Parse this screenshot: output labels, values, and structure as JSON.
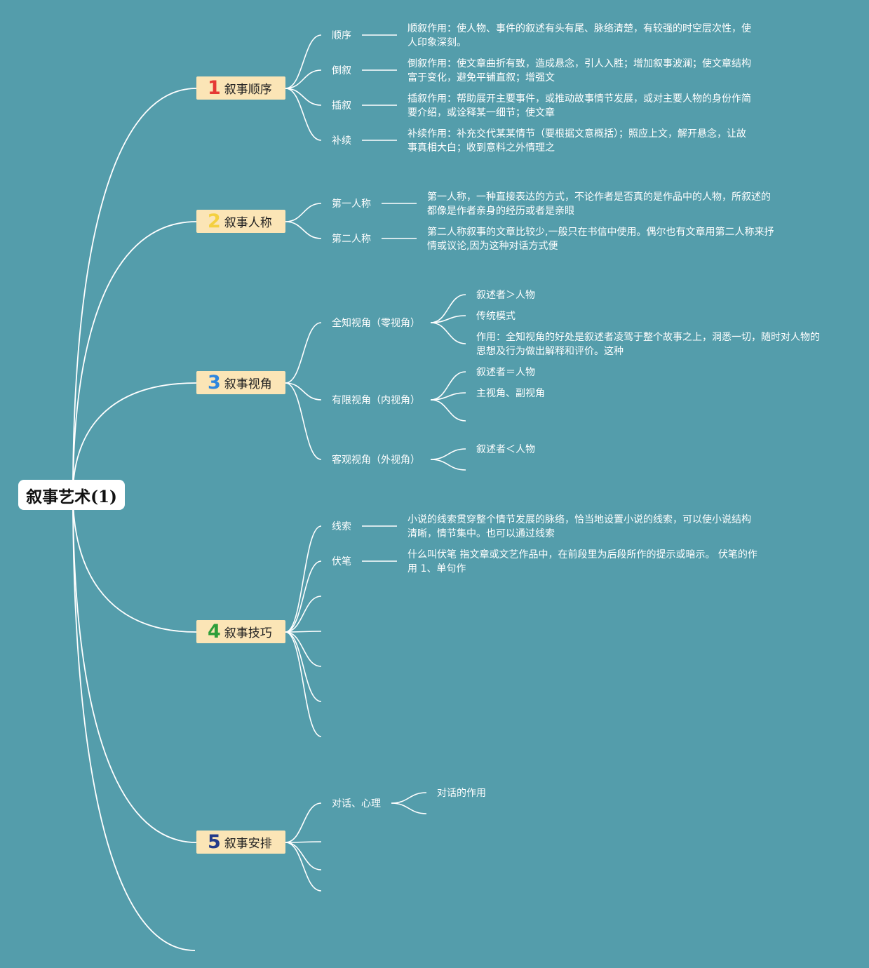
{
  "root": {
    "title": "叙事艺术(1)"
  },
  "colors": {
    "background": "#549dab",
    "branch_fill": "#fbe5b6",
    "line": "#ffffff",
    "num1": "#e53935",
    "num2": "#f4d03f",
    "num3": "#2e86de",
    "num4": "#2e9e3a",
    "num5": "#243b8a"
  },
  "branches": [
    {
      "num": "1",
      "label": "叙事顺序",
      "subs": [
        {
          "label": "顺序",
          "note": "顺叙作用：使人物、事件的叙述有头有尾、脉络清楚，有较强的时空层次性，使人印象深刻。"
        },
        {
          "label": "倒叙",
          "note": "倒叙作用：使文章曲折有致，造成悬念，引人入胜；增加叙事波澜；使文章结构富于变化，避免平铺直叙；增强文"
        },
        {
          "label": "插叙",
          "note": "插叙作用：帮助展开主要事件，或推动故事情节发展，或对主要人物的身份作简要介绍，或诠释某一细节；使文章"
        },
        {
          "label": "补续",
          "note": "补续作用：补充交代某某情节（要根据文意概括）；照应上文，解开悬念，让故事真相大白；收到意料之外情理之"
        }
      ]
    },
    {
      "num": "2",
      "label": "叙事人称",
      "subs": [
        {
          "label": "第一人称",
          "note": "第一人称，一种直接表达的方式，不论作者是否真的是作品中的人物，所叙述的都像是作者亲身的经历或者是亲眼"
        },
        {
          "label": "第二人称",
          "note": "第二人称叙事的文章比较少,一般只在书信中使用。偶尔也有文章用第二人称来抒情或议论,因为这种对话方式便"
        }
      ]
    },
    {
      "num": "3",
      "label": "叙事视角",
      "subs": [
        {
          "label": "全知视角（零视角）",
          "items": [
            "叙述者＞人物",
            "传统模式",
            "作用：全知视角的好处是叙述者凌驾于整个故事之上，洞悉一切，随时对人物的思想及行为做出解释和评价。这种"
          ]
        },
        {
          "label": "有限视角（内视角）",
          "items": [
            "叙述者＝人物",
            "主视角、副视角",
            ""
          ]
        },
        {
          "label": "客观视角（外视角）",
          "items": [
            "叙述者＜人物",
            ""
          ]
        }
      ]
    },
    {
      "num": "4",
      "label": "叙事技巧",
      "subs": [
        {
          "label": "线索",
          "note": "小说的线索贯穿整个情节发展的脉络，恰当地设置小说的线索，可以使小说结构清晰，情节集中。也可以通过线索"
        },
        {
          "label": "伏笔",
          "note": "什么叫伏笔 指文章或文艺作品中，在前段里为后段所作的提示或暗示。 伏笔的作用 1、单句作"
        }
      ]
    },
    {
      "num": "5",
      "label": "叙事安排",
      "subs": [
        {
          "label": "对话、心理",
          "items": [
            "对话的作用",
            ""
          ]
        }
      ]
    }
  ]
}
